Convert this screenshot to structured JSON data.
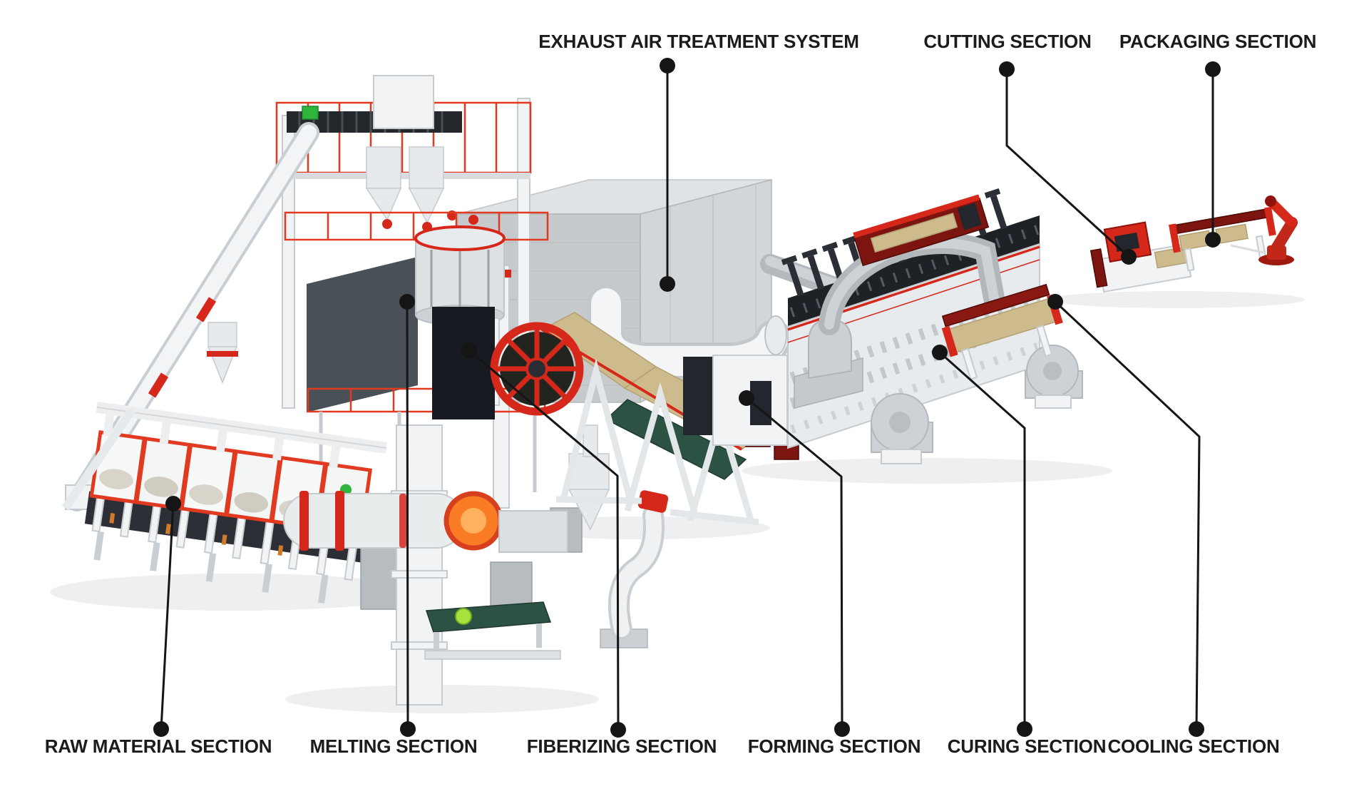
{
  "sections": {
    "top": [
      {
        "id": "exhaust-air-treatment-system",
        "label": "EXHAUST AIR TREATMENT SYSTEM"
      },
      {
        "id": "cutting-section",
        "label": "CUTTING SECTION"
      },
      {
        "id": "packaging-section",
        "label": "PACKAGING SECTION"
      }
    ],
    "bottom": [
      {
        "id": "raw-material-section",
        "label": "RAW MATERIAL SECTION"
      },
      {
        "id": "melting-section",
        "label": "MELTING SECTION"
      },
      {
        "id": "fiberizing-section",
        "label": "FIBERIZING SECTION"
      },
      {
        "id": "forming-section",
        "label": "FORMING SECTION"
      },
      {
        "id": "curing-section",
        "label": "CURING SECTION"
      },
      {
        "id": "cooling-section",
        "label": "COOLING SECTION"
      }
    ]
  },
  "colors": {
    "background": "#ffffff",
    "label_text": "#1b1b1b",
    "leader_line": "#151515",
    "accent_red": "#d6281a",
    "dark_red_panel": "#7c150f",
    "machine_white": "#f1f3f5",
    "machine_gray": "#c6cacd",
    "dark_steel": "#23262c",
    "wool_tan": "#cdbb8d",
    "belt_teal": "#2c5244",
    "melt_glow_orange": "#f97c24",
    "safety_green": "#2fb53c"
  }
}
